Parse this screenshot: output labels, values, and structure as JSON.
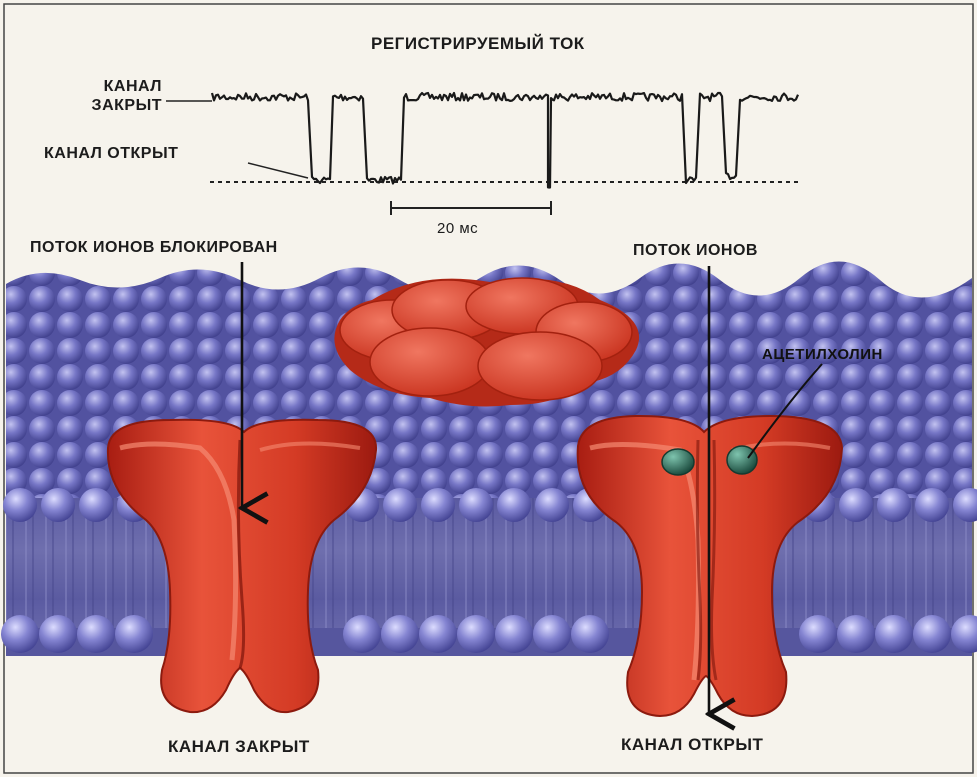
{
  "trace": {
    "title": "РЕГИСТРИРУЕМЫЙ ТОК",
    "closed_label_line1": "КАНАЛ",
    "closed_label_line2": "ЗАКРЫТ",
    "open_label": "КАНАЛ ОТКРЫТ",
    "scale_label": "20 мс"
  },
  "membrane": {
    "blocked_flow_label": "ПОТОК ИОНОВ БЛОКИРОВАН",
    "flow_label": "ПОТОК ИОНОВ",
    "ligand_label": "АЦЕТИЛХОЛИН",
    "closed_channel_label": "КАНАЛ ЗАКРЫТ",
    "open_channel_label": "КАНАЛ ОТКРЫТ"
  },
  "colors": {
    "background": "#f6f3ec",
    "membrane": "#6a6ab8",
    "protein": "#d8412b",
    "ligand": "#2e6b5c",
    "trace": "#1a1a1a"
  }
}
